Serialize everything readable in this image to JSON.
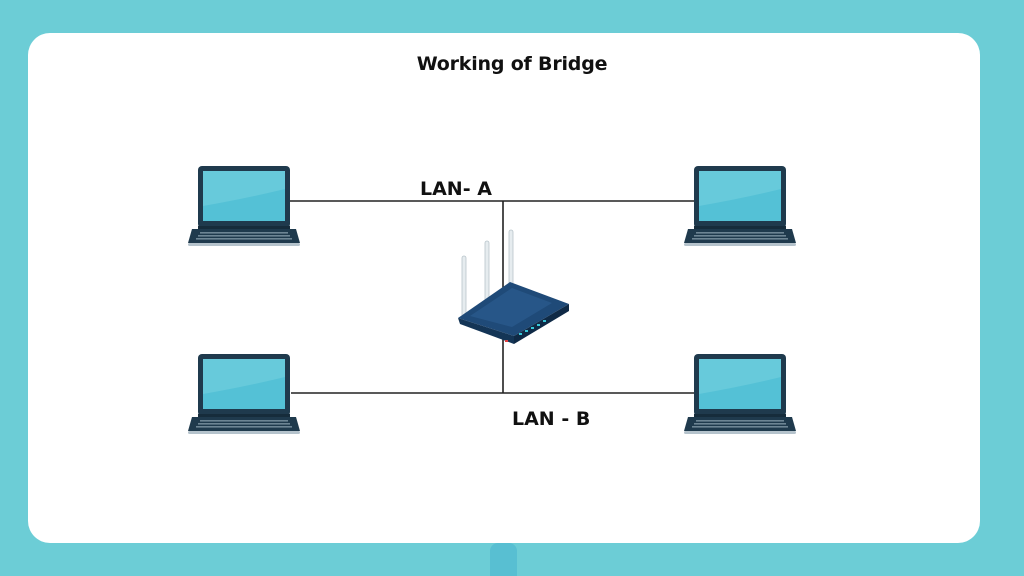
{
  "diagram": {
    "title": "Working of Bridge",
    "segments": [
      {
        "name": "LAN- A"
      },
      {
        "name": "LAN - B"
      }
    ],
    "bridge": {
      "icon": "wireless-router-icon"
    },
    "laptops": [
      {
        "icon": "laptop-icon"
      },
      {
        "icon": "laptop-icon"
      },
      {
        "icon": "laptop-icon"
      },
      {
        "icon": "laptop-icon"
      }
    ]
  },
  "colors": {
    "background": "#6ccdd6",
    "card": "#ffffff",
    "screen": "#54c1d6",
    "laptop_body": "#1f3a4d",
    "router": "#1f4a78",
    "line": "#222222"
  }
}
